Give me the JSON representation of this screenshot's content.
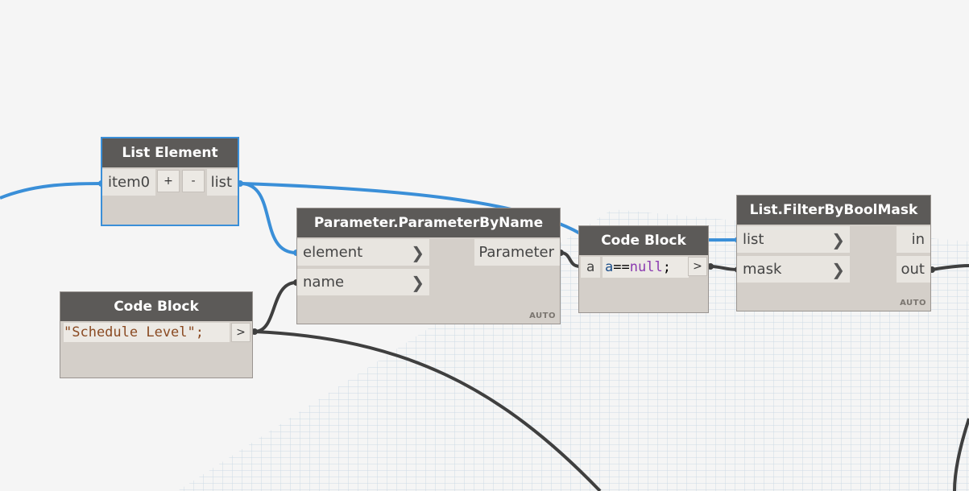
{
  "colors": {
    "wire_blue": "#3a8fd8",
    "wire_dark": "#3f3f3f",
    "header": "#5c5a58",
    "node_body": "#d4cfc9"
  },
  "list_element": {
    "title": "List Element",
    "input": "item0",
    "add": "+",
    "remove": "-",
    "output": "list"
  },
  "code_block_1": {
    "title": "Code Block",
    "code": "\"Schedule Level\";",
    "output": ">"
  },
  "param_by_name": {
    "title": "Parameter.ParameterByName",
    "input_element": "element",
    "input_name": "name",
    "output": "Parameter",
    "lacing": "AUTO"
  },
  "code_block_2": {
    "title": "Code Block",
    "input": "a",
    "code_var": "a",
    "code_op": "==",
    "code_kw": "null",
    "code_end": ";",
    "output": ">"
  },
  "filter_by_bool_mask": {
    "title": "List.FilterByBoolMask",
    "input_list": "list",
    "input_mask": "mask",
    "output_in": "in",
    "output_out": "out",
    "lacing": "AUTO"
  }
}
